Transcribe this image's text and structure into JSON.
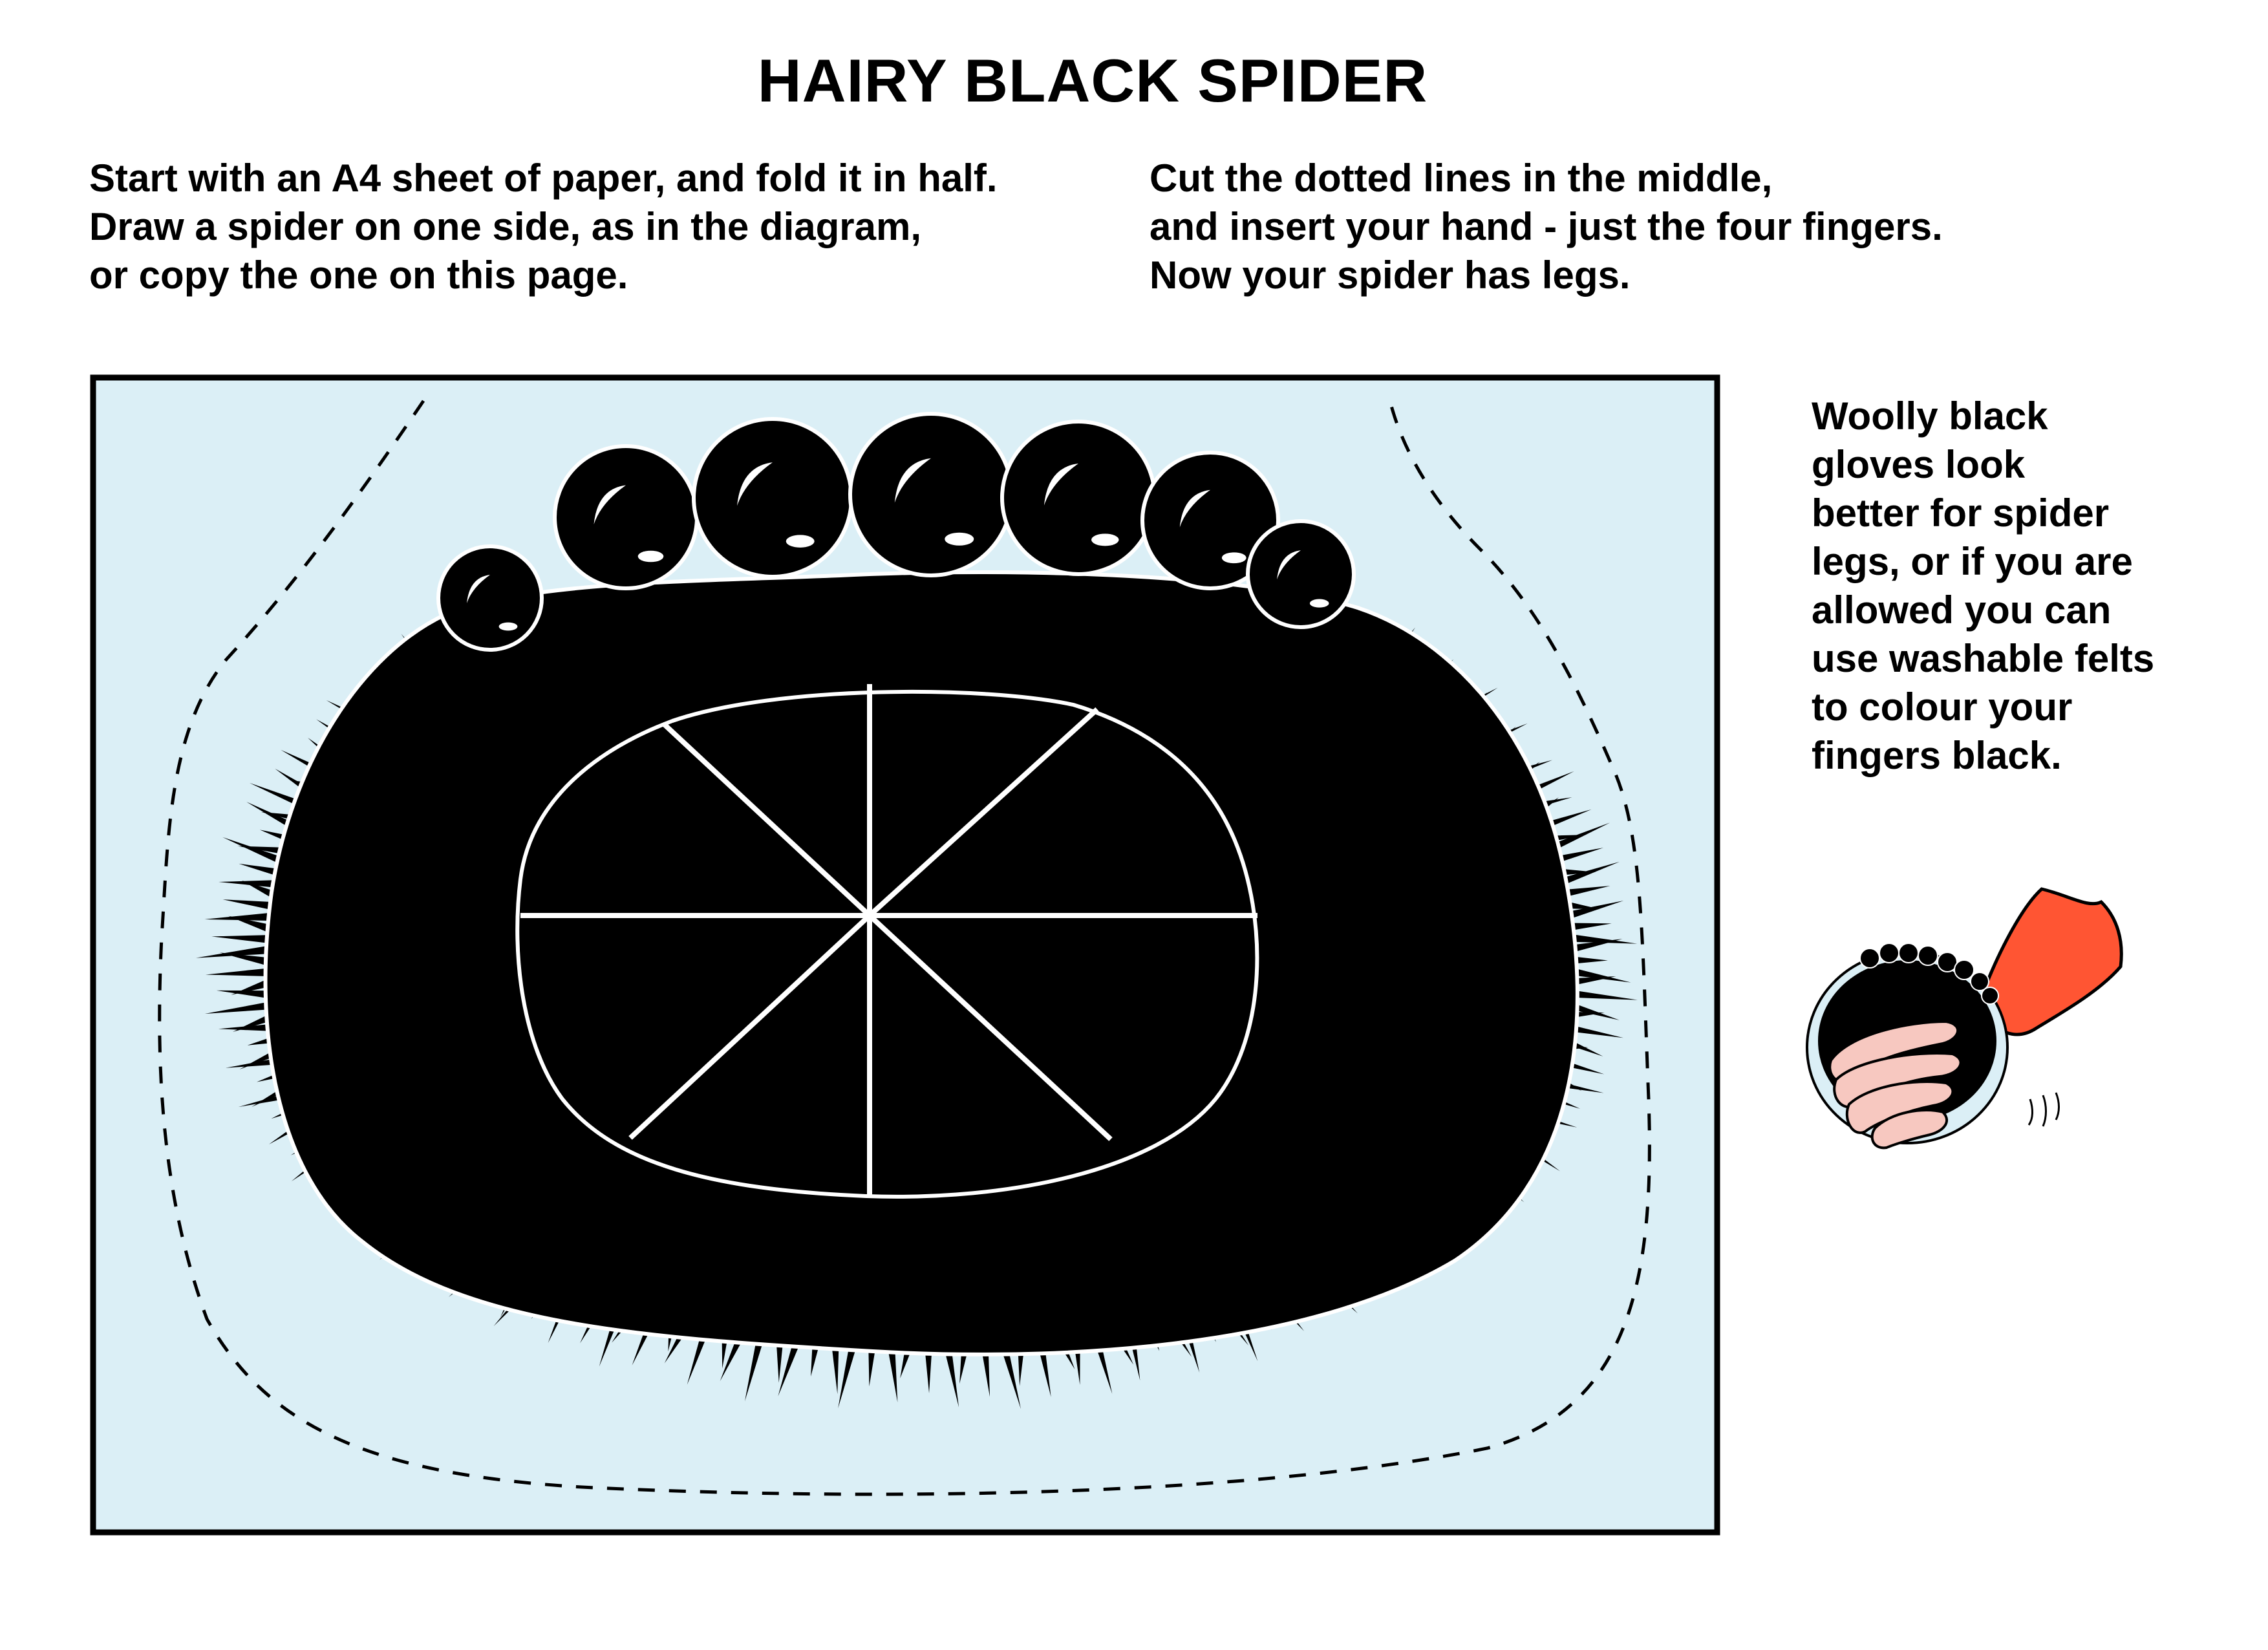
{
  "title": "HAIRY BLACK SPIDER",
  "instructions_left": [
    "Start with an A4 sheet of paper, and fold it in half.",
    "Draw a spider on one side, as in the diagram,",
    "or copy the one on this page."
  ],
  "instructions_right": [
    "Cut the dotted lines in the middle,",
    "and insert your hand - just the four fingers.",
    "Now your spider has legs."
  ],
  "side_note": [
    "Woolly black",
    "gloves look",
    "better for spider",
    "legs, or if you are",
    "allowed you can",
    "use washable felts",
    "to colour your",
    "fingers black."
  ],
  "colors": {
    "paper": "#dbeff6",
    "spider": "#000000",
    "sleeve": "#ff5533",
    "skin": "#f7c8c0",
    "outline": "#ffffff"
  },
  "icons": {
    "spider_body": "spider-body-icon",
    "spider_eyes": "spider-eyes-icon",
    "cut_lines": "dotted-cut-line-icon",
    "puppet": "hand-puppet-icon"
  }
}
